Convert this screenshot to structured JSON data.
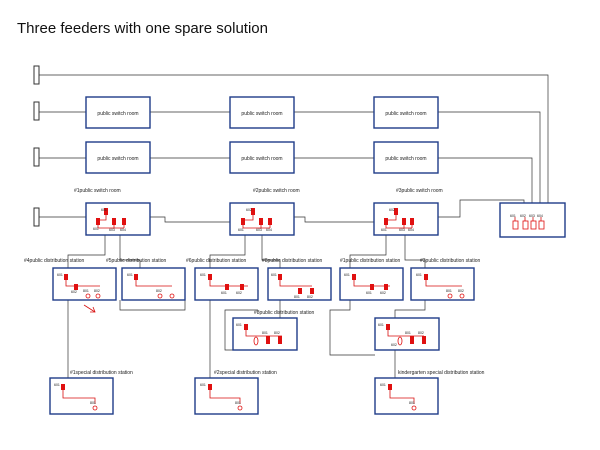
{
  "title": "Three feeders with one spare solution",
  "colors": {
    "box_border": "#1f3c88",
    "switch": "#e01010",
    "wire": "#333333"
  },
  "public_switch_rooms_row1": [
    "public switch room",
    "public switch room",
    "public switch room"
  ],
  "public_switch_rooms_row2": [
    "public switch room",
    "public switch room",
    "public switch room"
  ],
  "main_switch_rooms": {
    "room1": {
      "label": "#1public switch room",
      "codes": [
        "601",
        "601",
        "603",
        "604"
      ]
    },
    "room2": {
      "label": "#2public switch room",
      "codes": [
        "602",
        "601",
        "603",
        "604"
      ]
    },
    "room3": {
      "label": "#3public switch room",
      "codes": [
        "602",
        "601",
        "603",
        "604"
      ]
    },
    "spare": {
      "codes": [
        "601",
        "602",
        "603",
        "604"
      ]
    }
  },
  "stations": {
    "s4": {
      "label": "#4public distribution station",
      "codes": [
        "601",
        "602",
        "801",
        "802"
      ]
    },
    "s5": {
      "label": "#5public distribution station",
      "codes": [
        "601",
        "802"
      ]
    },
    "s6": {
      "label": "#6public distribution station",
      "codes": [
        "601",
        "601",
        "602"
      ]
    },
    "s8a": {
      "label": "#8public distribution station",
      "codes": [
        "601",
        "801",
        "802"
      ]
    },
    "s1": {
      "label": "#1public distribution station",
      "codes": [
        "601",
        "601",
        "602"
      ]
    },
    "s3": {
      "label": "#3public distribution station",
      "codes": [
        "601",
        "801",
        "802"
      ]
    },
    "s8b": {
      "label": "#8public distribution station",
      "codes": [
        "601",
        "801",
        "802"
      ]
    },
    "s9": {
      "codes": [
        "601",
        "602",
        "801",
        "802"
      ]
    }
  },
  "special": {
    "sp1": {
      "label": "#1special distribution station",
      "codes": [
        "601",
        "801"
      ]
    },
    "sp2": {
      "label": "#2special distribution station",
      "codes": [
        "601",
        "801"
      ]
    },
    "kg": {
      "label": "kindergarten special distribution station",
      "codes": [
        "601",
        "801"
      ]
    }
  }
}
